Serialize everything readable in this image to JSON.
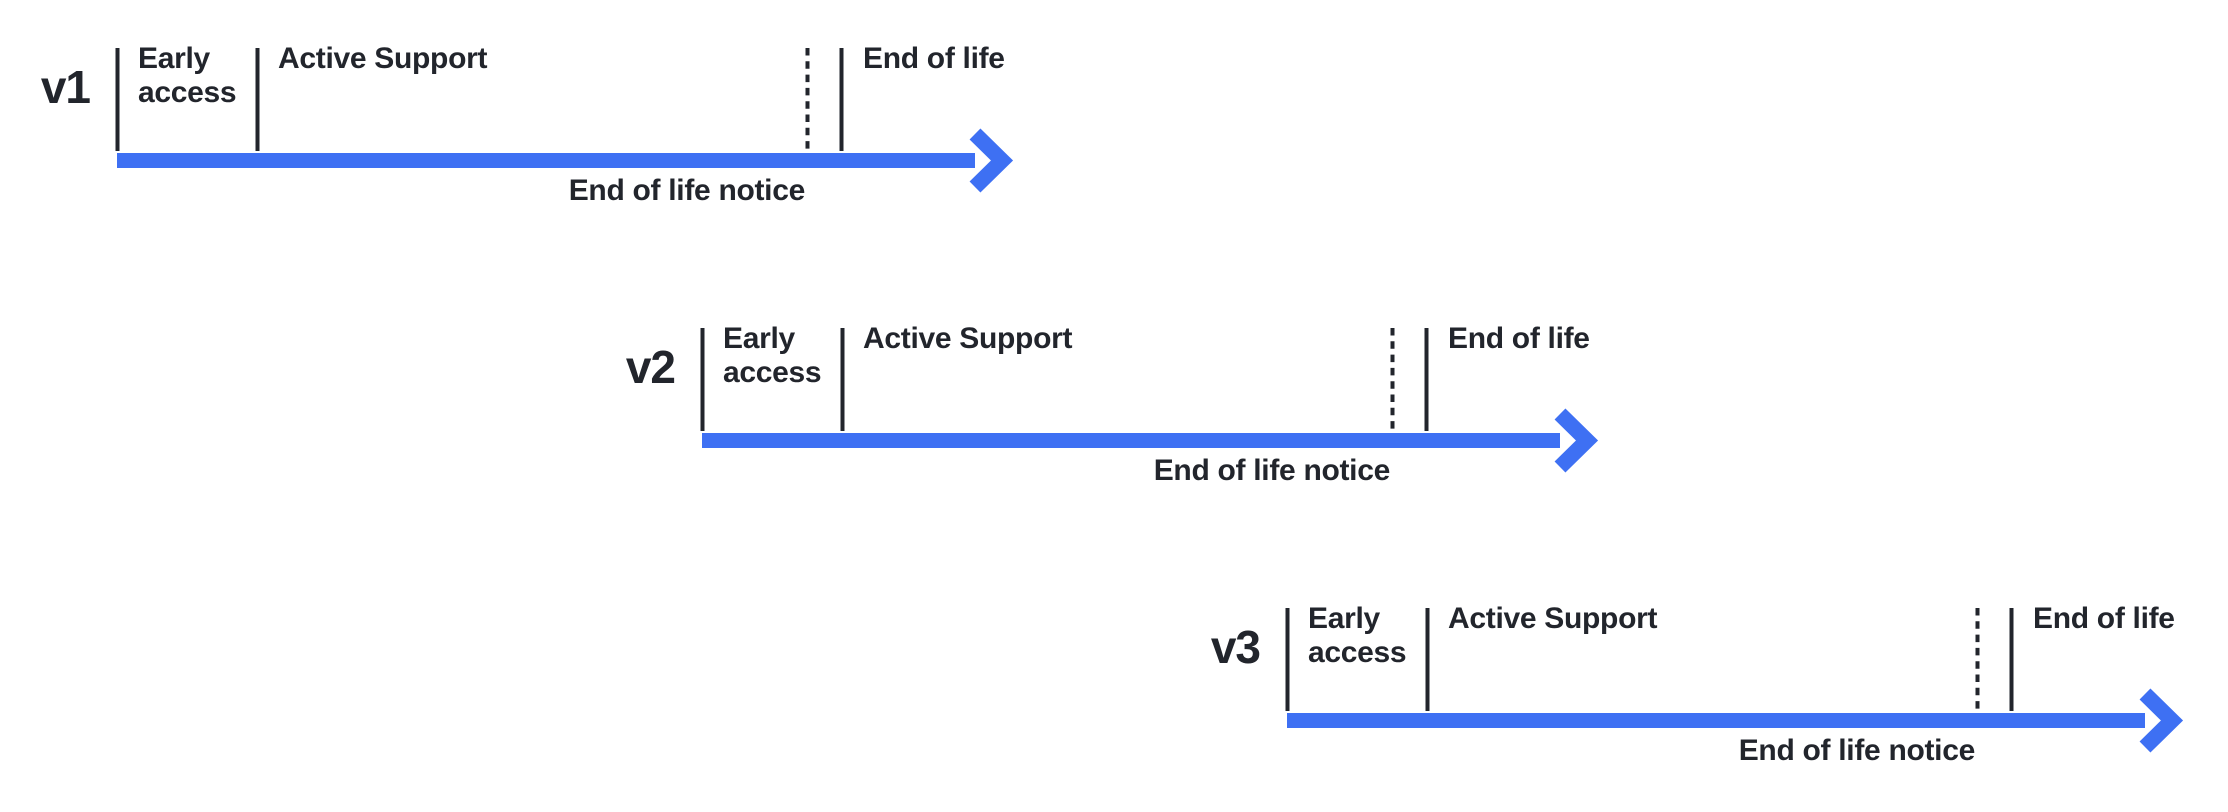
{
  "diagram": {
    "title": "version-release-lifecycle-timelines",
    "colors": {
      "accent": "#3e70f3",
      "ink": "#22252c",
      "bg": "#ffffff"
    },
    "timelines": [
      {
        "version": "v1",
        "stages": {
          "early_access": "Early\naccess",
          "active_support": "Active Support",
          "end_of_life": "End of life",
          "end_of_life_notice": "End of life notice"
        }
      },
      {
        "version": "v2",
        "stages": {
          "early_access": "Early\naccess",
          "active_support": "Active Support",
          "end_of_life": "End of life",
          "end_of_life_notice": "End of life notice"
        }
      },
      {
        "version": "v3",
        "stages": {
          "early_access": "Early\naccess",
          "active_support": "Active Support",
          "end_of_life": "End of life",
          "end_of_life_notice": "End of life notice"
        }
      }
    ]
  }
}
